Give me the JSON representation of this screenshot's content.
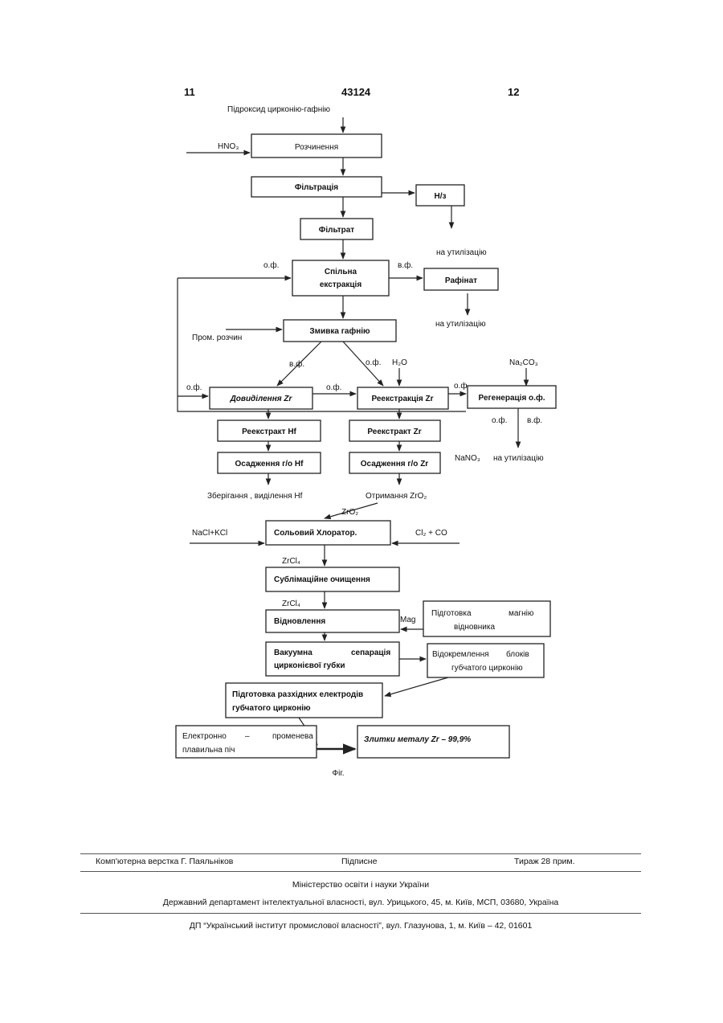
{
  "header": {
    "left_page": "11",
    "patent_no": "43124",
    "right_page": "12"
  },
  "flow": {
    "input_top": "Підроксид цирконію-гафнію",
    "hno3": "HNO₃",
    "dissolution": "Розчинення",
    "filtration": "Фільтрація",
    "ni": "Н/з",
    "filtrate": "Фільтрат",
    "to_util_1": "на утилізацію",
    "of_1": "о.ф.",
    "extraction_l1": "Спільна",
    "extraction_l2": "екстракція",
    "vf_1": "в.ф.",
    "raffinate": "Рафінат",
    "to_util_2": "на утилізацію",
    "prom_solution": "Пром. розчин",
    "hafnium_wash": "Змивка гафнію",
    "vf_2": "в.ф.",
    "of_2": "о.ф.",
    "h2o": "H₂O",
    "na2co3": "Na₂CO₃",
    "of_3": "о.ф.",
    "zr_refinement": "Довиділення  Zr",
    "of_4": "о.ф.",
    "zr_reextraction": "Реекстракція  Zr",
    "of_5": "о.ф.",
    "of_regen": "Регенерація о.ф.",
    "of_6": "о.ф.",
    "vf_3": "в.ф.",
    "hf_reextract": "Реекстракт Hf",
    "zr_reextract": "Реекстракт Zr",
    "nano3": "NaNO₃",
    "na_util": "на  утилізацію",
    "hf_precip": "Осадження г/о Hf",
    "zr_precip": "Осадження г/о Zr",
    "hf_storage": "Зберігання , виділення Hf",
    "zro2_get": "Отримання ZrO₂",
    "zro2": "ZrO₂",
    "nacl_kcl": "NaCl+KCl",
    "salt_chlorinator": "Сольовий Хлоратор.",
    "cl2_co": "Cl₂ + CO",
    "zrcl4_1": "ZrCl₄",
    "sublimation": "Сублімаційне очищення",
    "zrcl4_2": "ZrCl₄",
    "reduction": "Відновлення",
    "mag": "Mag",
    "mg_prep_1": "Підготовка",
    "mg_prep_2": "магнію",
    "mg_prep_3": "відновника",
    "vacuum_1": "Вакуумна",
    "vacuum_2": "сепарація",
    "vacuum_3": "цирконієвої губки",
    "separation_1": "Відокремлення",
    "separation_2": "блоків",
    "separation_3": "губчатого цирконію",
    "electrodes_1": "Підготовка разхідних електродів",
    "electrodes_2": "губчатого цирконію",
    "ebeam_1": "Електронно",
    "ebeam_dash": "–",
    "ebeam_2": "променева",
    "ebeam_3": "плавильна піч",
    "ingots": "Злитки металу Zr – 99,9%",
    "fig": "Фіг."
  },
  "footer": {
    "layout": "Комп'ютерна верстка Г. Паяльніков",
    "signed": "Підписне",
    "circulation": "Тираж 28 прим.",
    "ministry": "Міністерство освіти і науки України",
    "department": "Державний департамент інтелектуальної власності, вул. Урицького, 45, м. Київ, МСП, 03680, Україна",
    "institute": "ДП “Український інститут промислової власності”, вул. Глазунова, 1, м. Київ – 42, 01601"
  }
}
